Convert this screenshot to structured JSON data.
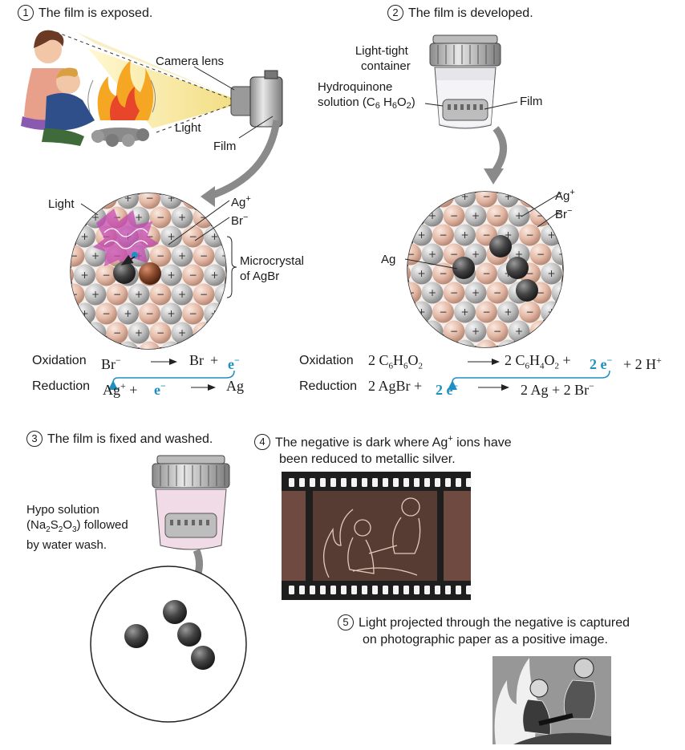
{
  "steps": {
    "s1": {
      "num": "1",
      "text": "The film is exposed."
    },
    "s2": {
      "num": "2",
      "text": "The film is developed."
    },
    "s3": {
      "num": "3",
      "text": "The film is fixed and washed."
    },
    "s4": {
      "num": "4",
      "line1": "The negative is dark where Ag",
      "sup": "+",
      "line1b": " ions have",
      "line2": "been reduced to metallic silver."
    },
    "s5": {
      "num": "5",
      "line1": "Light projected through the negative is captured",
      "line2": "on photographic paper as a positive image."
    }
  },
  "labels": {
    "camera_lens": "Camera lens",
    "light": "Light",
    "film": "Film",
    "light_tight_1": "Light-tight",
    "light_tight_2": "container",
    "hydroquinone_1": "Hydroquinone",
    "hydroquinone_2": "solution (C",
    "film2": "Film",
    "light_crystal": "Light",
    "ag_plus": "Ag",
    "br_minus": "Br",
    "microcrystal_1": "Microcrystal",
    "microcrystal_2": "of AgBr",
    "ag_plus2": "Ag",
    "br_minus2": "Br",
    "ag": "Ag",
    "hypo_1": "Hypo solution",
    "hypo_2": "(Na",
    "hypo_3": "by water wash."
  },
  "equations": {
    "left_ox_word": "Oxidation",
    "left_red_word": "Reduction",
    "right_ox_word": "Oxidation",
    "right_red_word": "Reduction"
  },
  "colors": {
    "ag_ion": "#b9b9b9",
    "br_ion": "#e6bfae",
    "silver": "#444444",
    "electron": "#1f8fc0",
    "light_beam": "#f6e59a",
    "light_pink": "#c44ab2",
    "negative_bg": "#4a3a33",
    "film_strip": "#222222"
  },
  "icons": [
    "circled-number-icon",
    "camera-icon",
    "campfire-icon",
    "film-canister-icon",
    "arrow-icon"
  ]
}
